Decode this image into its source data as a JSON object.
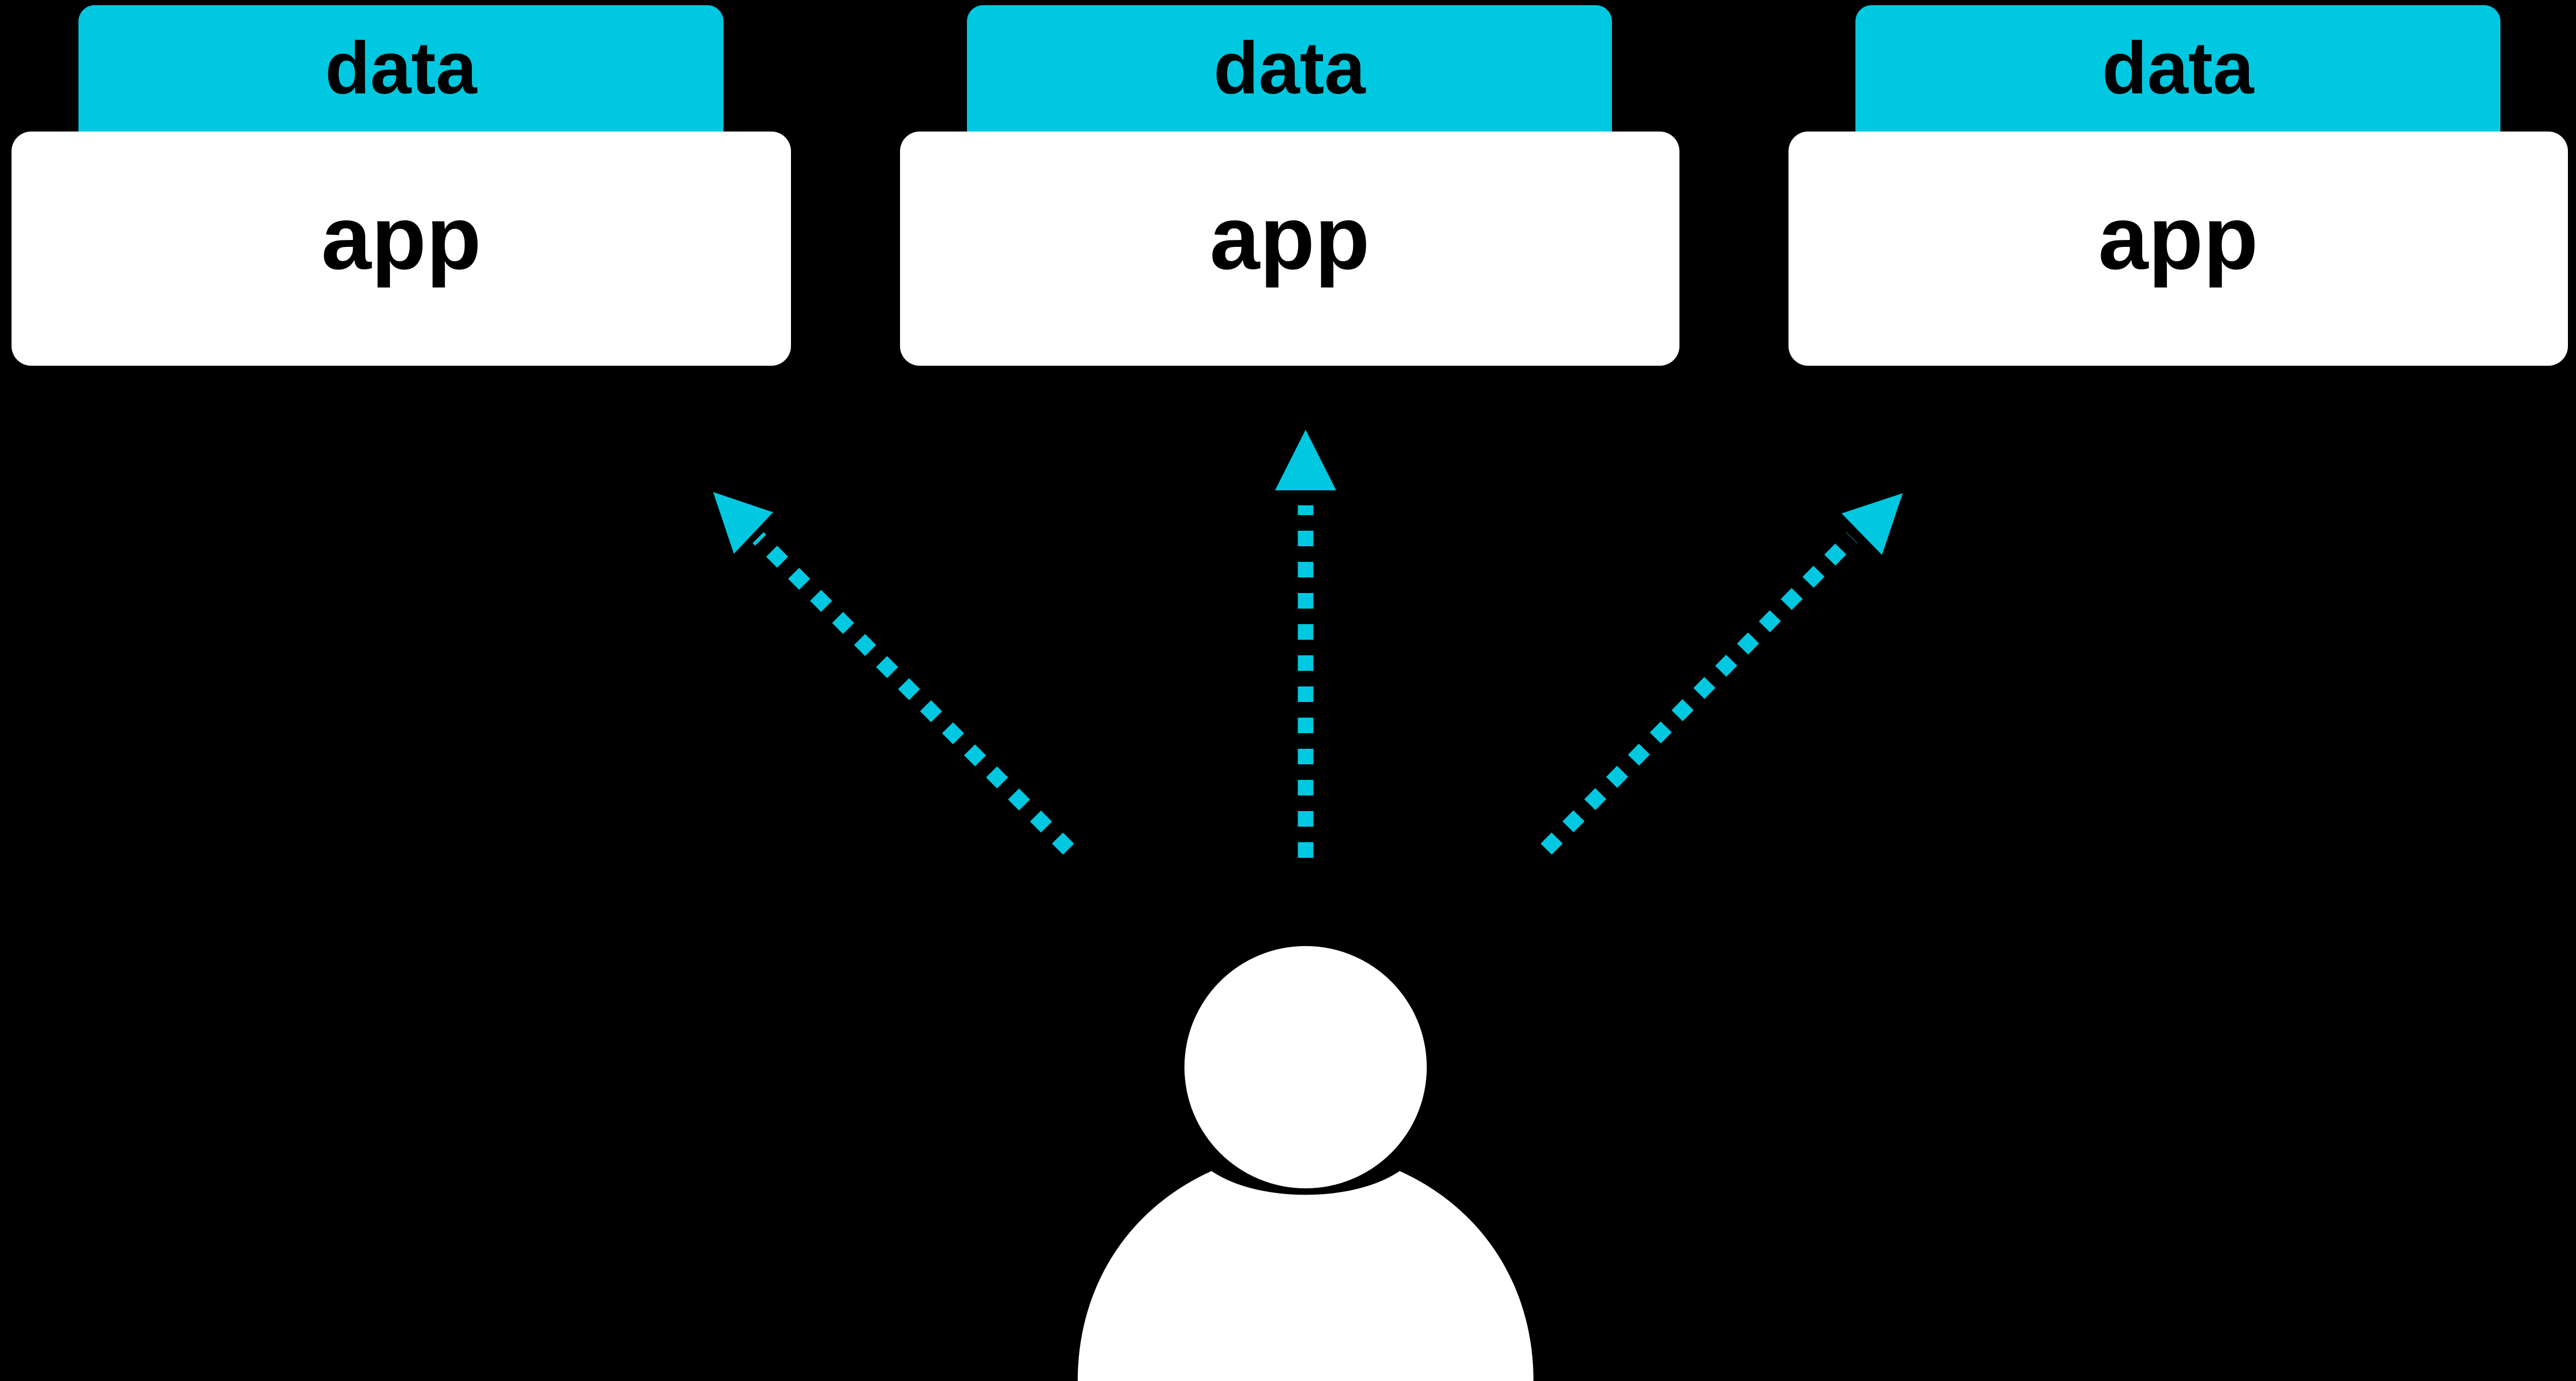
{
  "colors": {
    "background": "#000000",
    "data_tab": "#00c8e0",
    "app_box": "#ffffff",
    "arrow": "#00c8e0",
    "user": "#ffffff"
  },
  "units": [
    {
      "data_label": "data",
      "app_label": "app"
    },
    {
      "data_label": "data",
      "app_label": "app"
    },
    {
      "data_label": "data",
      "app_label": "app"
    }
  ],
  "user": {
    "icon": "user-icon"
  },
  "arrows": [
    {
      "name": "arrow-to-left-app",
      "style": "dotted"
    },
    {
      "name": "arrow-to-center-app",
      "style": "dotted"
    },
    {
      "name": "arrow-to-right-app",
      "style": "dotted"
    }
  ]
}
